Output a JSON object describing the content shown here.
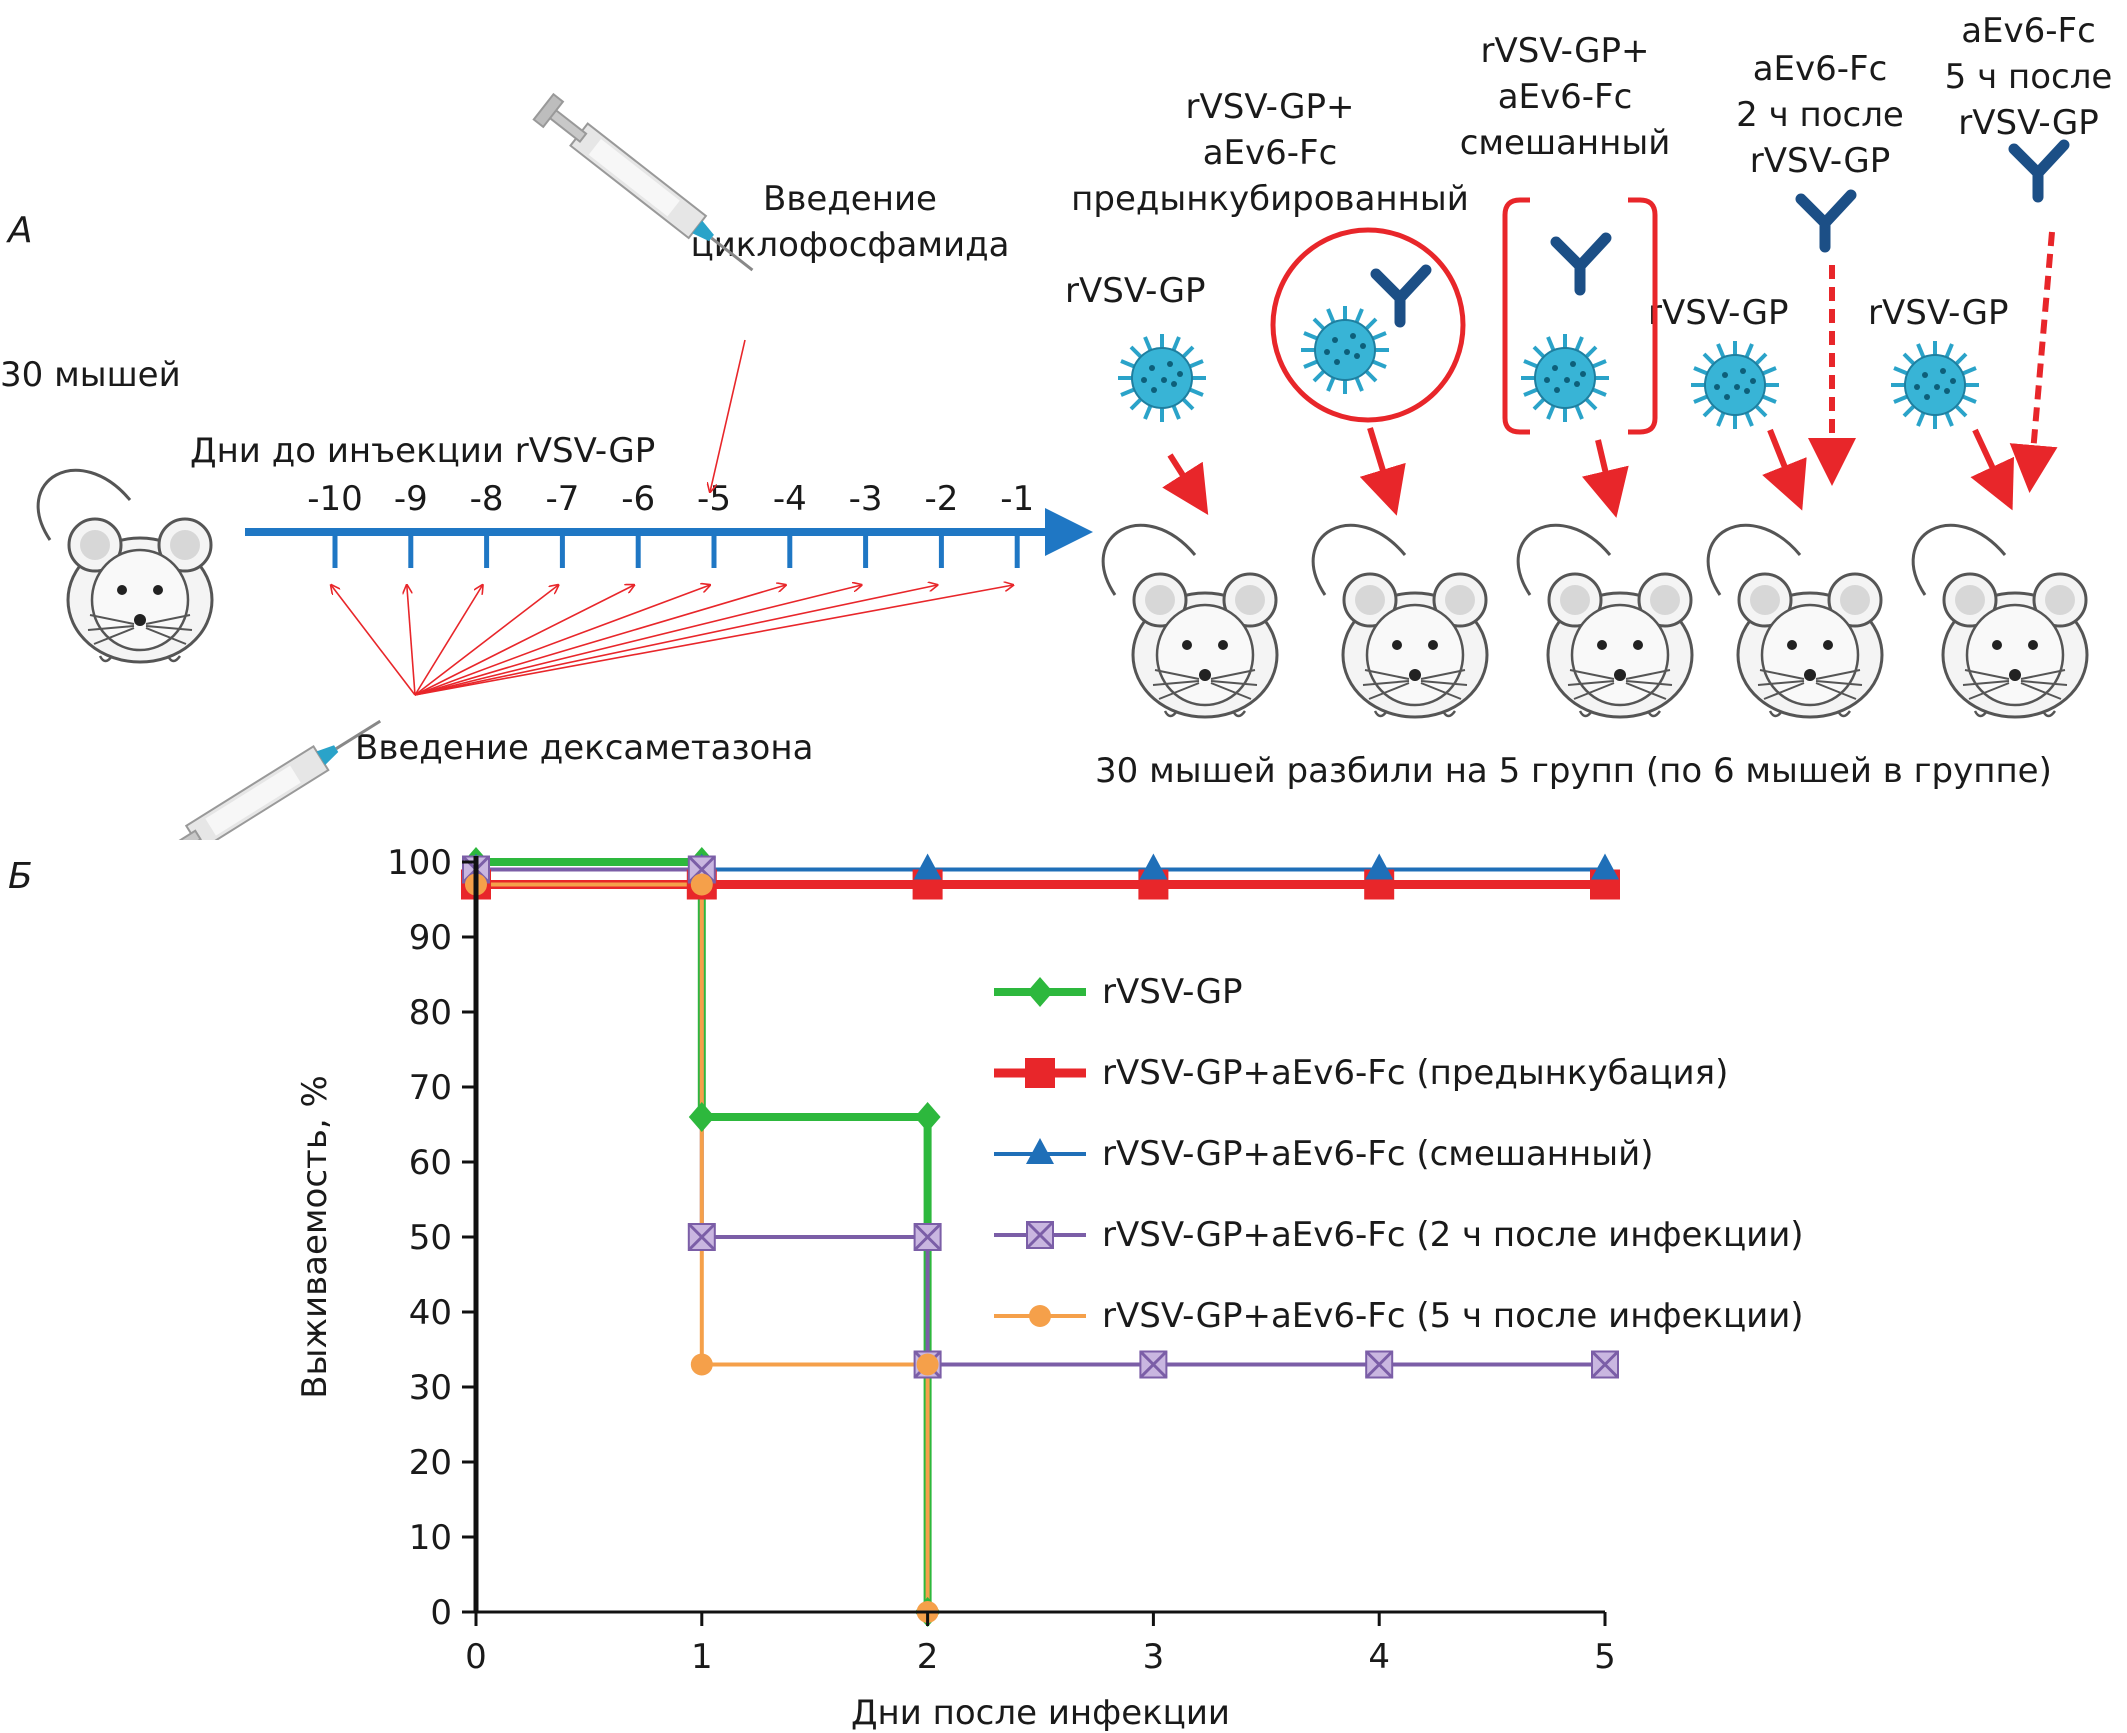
{
  "panel_a": {
    "letter": "А",
    "mice_count": "30 мышей",
    "cyclophosphamide": "Введение\nциклофосфамида",
    "timeline_title": "Дни до инъекции rVSV-GP",
    "days": [
      "-10",
      "-9",
      "-8",
      "-7",
      "-6",
      "-5",
      "-4",
      "-3",
      "-2",
      "-1"
    ],
    "dexamethasone": "Введение дексаметазона",
    "groups": [
      {
        "top_label": "",
        "virus_label": "rVSV-GP"
      },
      {
        "top_label": "rVSV-GP+\naEv6-Fc\nпредынкубированный",
        "virus_label": ""
      },
      {
        "top_label": "rVSV-GP+\naEv6-Fc\nсмешанный",
        "virus_label": ""
      },
      {
        "top_label": "aEv6-Fc\n2 ч после\nrVSV-GP",
        "virus_label": "rVSV-GP"
      },
      {
        "top_label": "aEv6-Fc\n5 ч после\nrVSV-GP",
        "virus_label": "rVSV-GP"
      }
    ],
    "split_caption": "30 мышей разбили на 5 групп (по 6 мышей в группе)",
    "colors": {
      "timeline": "#1f77c4",
      "arrow": "#e8262a",
      "virus": "#2aa3c9",
      "antibody": "#1c4f86"
    }
  },
  "panel_b": {
    "letter": "Б",
    "chart_data": {
      "type": "line",
      "xlabel": "Дни после инфекции",
      "ylabel": "Выживаемость, %",
      "xlim": [
        0,
        5
      ],
      "ylim": [
        0,
        100
      ],
      "xticks": [
        "0",
        "1",
        "2",
        "3",
        "4",
        "5"
      ],
      "yticks": [
        "0",
        "10",
        "20",
        "30",
        "40",
        "50",
        "60",
        "70",
        "80",
        "90",
        "100"
      ],
      "step": true,
      "legend_position": "right",
      "series": [
        {
          "name": "rVSV-GP",
          "color": "#2db83d",
          "marker": "diamond",
          "points": [
            [
              0,
              100
            ],
            [
              1,
              100
            ],
            [
              1,
              66
            ],
            [
              2,
              66
            ],
            [
              2,
              0
            ]
          ]
        },
        {
          "name": "rVSV-GP+aEv6-Fc (предынкубация)",
          "color": "#e8262a",
          "marker": "square",
          "points": [
            [
              0,
              97
            ],
            [
              1,
              97
            ],
            [
              2,
              97
            ],
            [
              3,
              97
            ],
            [
              4,
              97
            ],
            [
              5,
              97
            ]
          ]
        },
        {
          "name": "rVSV-GP+aEv6-Fc (смешанный)",
          "color": "#1f6fb8",
          "marker": "triangle",
          "points": [
            [
              0,
              99
            ],
            [
              1,
              99
            ],
            [
              2,
              99
            ],
            [
              3,
              99
            ],
            [
              4,
              99
            ],
            [
              5,
              99
            ]
          ]
        },
        {
          "name": "rVSV-GP+aEv6-Fc (2 ч после инфекции)",
          "color": "#7b5ea7",
          "marker": "x",
          "points": [
            [
              0,
              99
            ],
            [
              1,
              99
            ],
            [
              1,
              50
            ],
            [
              2,
              50
            ],
            [
              2,
              33
            ],
            [
              3,
              33
            ],
            [
              4,
              33
            ],
            [
              5,
              33
            ]
          ]
        },
        {
          "name": "rVSV-GP+aEv6-Fc (5 ч после инфекции)",
          "color": "#f5a04a",
          "marker": "circle",
          "points": [
            [
              0,
              97
            ],
            [
              1,
              97
            ],
            [
              1,
              33
            ],
            [
              2,
              33
            ],
            [
              2,
              0
            ]
          ]
        }
      ]
    }
  }
}
